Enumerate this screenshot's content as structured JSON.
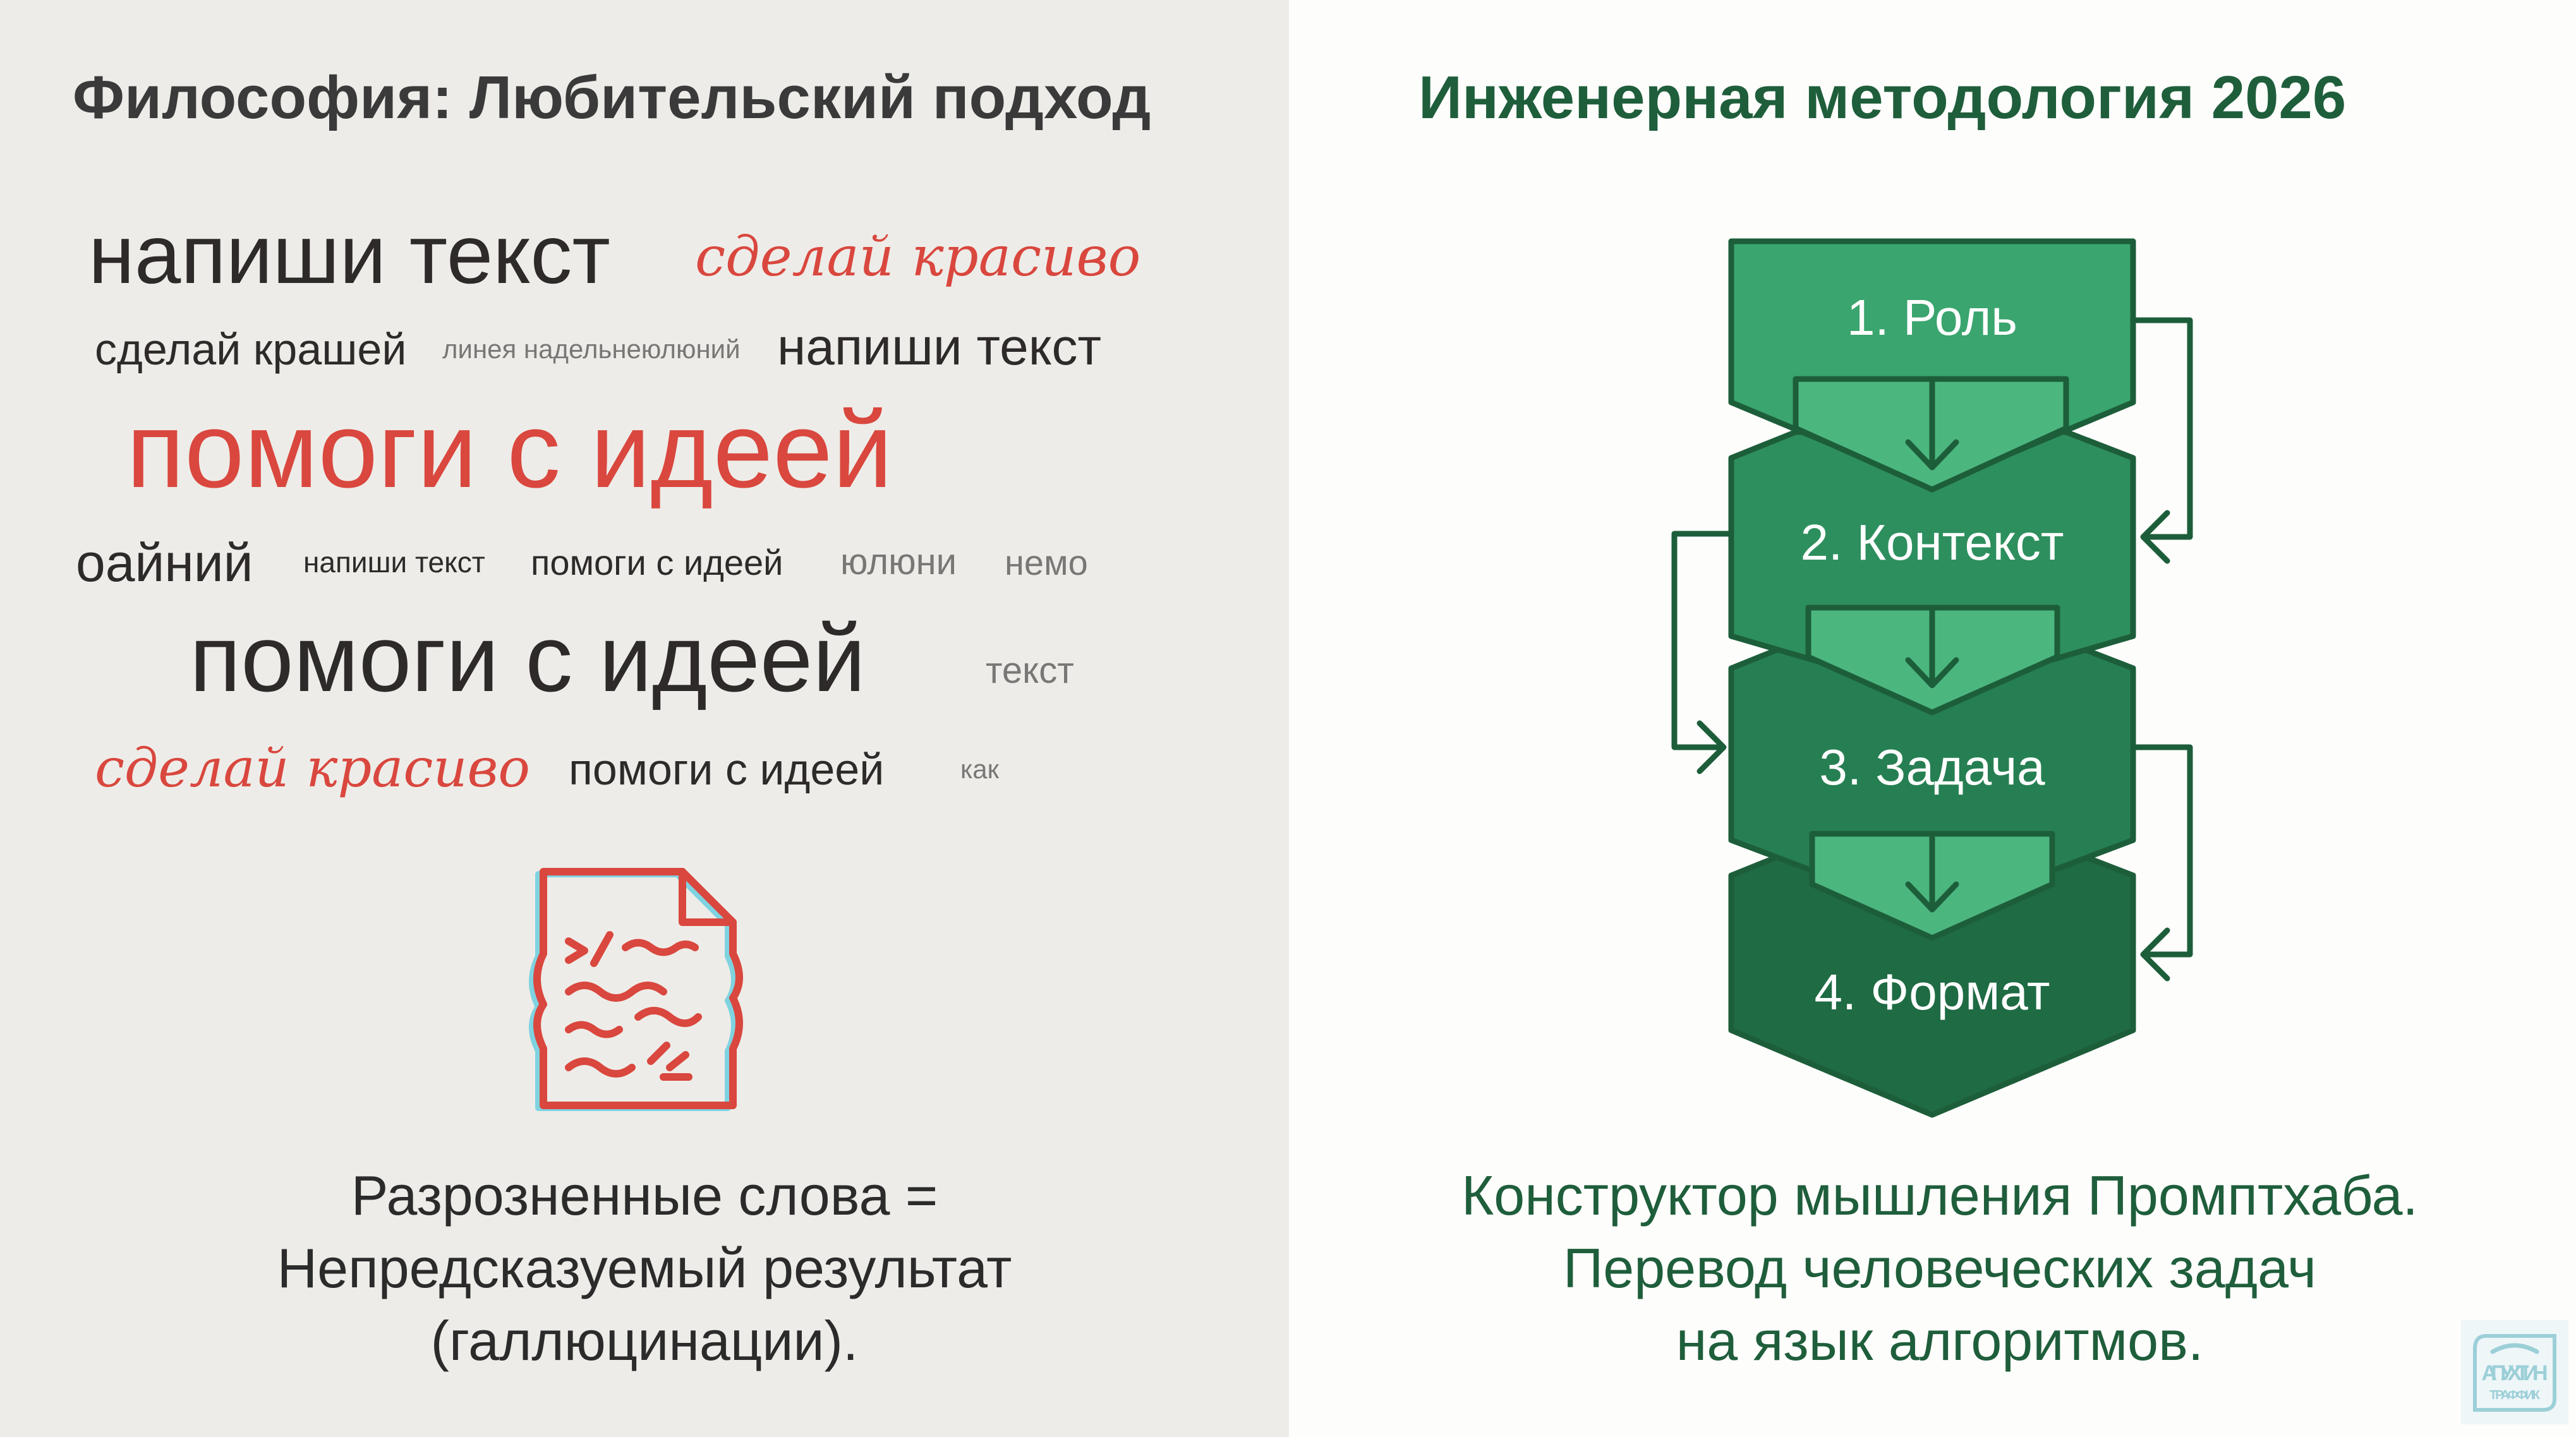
{
  "left": {
    "title": "Философия: Любительский подход",
    "word_cloud": [
      "напиши текст",
      "сделай красиво",
      "линея надельнеюлюний",
      "сделай крашей",
      "напиши текст",
      "помоги с идеей",
      "помоги с идеей",
      "напиши текст",
      "оайний",
      "юлюни",
      "помоги с идеей",
      "немо",
      "сделай красиво",
      "помоги с идеей",
      "как",
      "текст"
    ],
    "icon": "scribbled-document-icon",
    "caption": [
      "Разрозненные слова =",
      "Непредсказуемый результат",
      "(галлюцинации)."
    ]
  },
  "right": {
    "title": "Инженерная методология 2026",
    "steps": [
      "1. Роль",
      "2. Контекст",
      "3. Задача",
      "4. Формат"
    ],
    "caption": [
      "Конструктор мышления Промптхаба.",
      "Перевод человеческих задач",
      "на язык алгоритмов."
    ]
  },
  "logo": {
    "line1": "АПУХТИН",
    "line2": "ТРАФФИК"
  },
  "colors": {
    "accent_red": "#d9473e",
    "accent_green": "#1f5e3b",
    "step1": "#3aa56e",
    "step2": "#2e8f5e",
    "step3": "#267f52",
    "step4": "#1f6b44",
    "connector": "#4cb67f",
    "logo": "#9ccfd8"
  }
}
